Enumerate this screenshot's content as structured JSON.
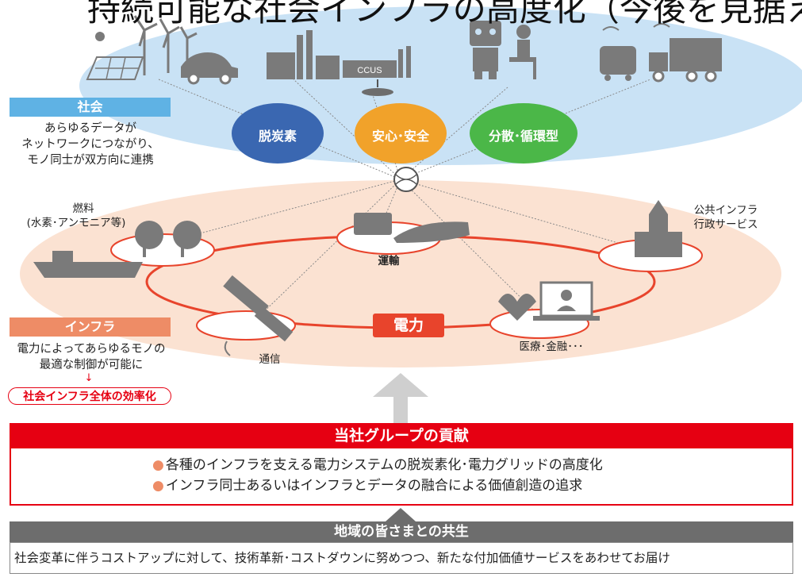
{
  "title": "持続可能な社会インフラの高度化（今後を見据えた取り組み）",
  "society": {
    "heading": "社会",
    "description_lines": [
      "あらゆるデータが",
      "ネットワークにつながり、",
      "モノ同士が双方向に連携"
    ],
    "circles": [
      {
        "label": "脱炭素",
        "color": "#3a67b1"
      },
      {
        "label": "安心･安全",
        "color": "#f1a22a"
      },
      {
        "label": "分散･循環型",
        "color": "#4bb748"
      }
    ],
    "icons": [
      "solar-panel-icon",
      "wind-turbine-icon",
      "electric-car-icon",
      "factory-icon",
      "ccus-plant-icon",
      "robot-icon",
      "person-icon",
      "delivery-robot-icon",
      "truck-icon"
    ],
    "ccus_label": "CCUS"
  },
  "infrastructure": {
    "heading": "インフラ",
    "description_lines": [
      "電力によってあらゆるモノの",
      "最適な制御が可能に"
    ],
    "arrow": "↓",
    "result": "社会インフラ全体の効率化",
    "power_label": "電力",
    "nodes": {
      "fuel": [
        "燃料",
        "(水素･アンモニア等)"
      ],
      "transport": "運輸",
      "public": [
        "公共インフラ",
        "行政サービス"
      ],
      "communication": "通信",
      "medical": "医療･金融･･･"
    }
  },
  "contribution": {
    "heading": "当社グループの貢献",
    "items": [
      "各種のインフラを支える電力システムの脱炭素化･電力グリッドの高度化",
      "インフラ同士あるいはインフラとデータの融合による価値創造の追求"
    ],
    "bullet": "●"
  },
  "community": {
    "heading": "地域の皆さまとの共生",
    "text": "社会変革に伴うコストアップに対して、技術革新･コストダウンに努めつつ、新たな付加価値サービスをあわせてお届け"
  },
  "colors": {
    "society_band": "#c9e2f5",
    "infra_band": "#fbe2d2",
    "ring": "#e8442c",
    "brand_red": "#e60012",
    "icon_gray": "#7a7a7a",
    "arrow_gray": "#cfcfcf"
  }
}
